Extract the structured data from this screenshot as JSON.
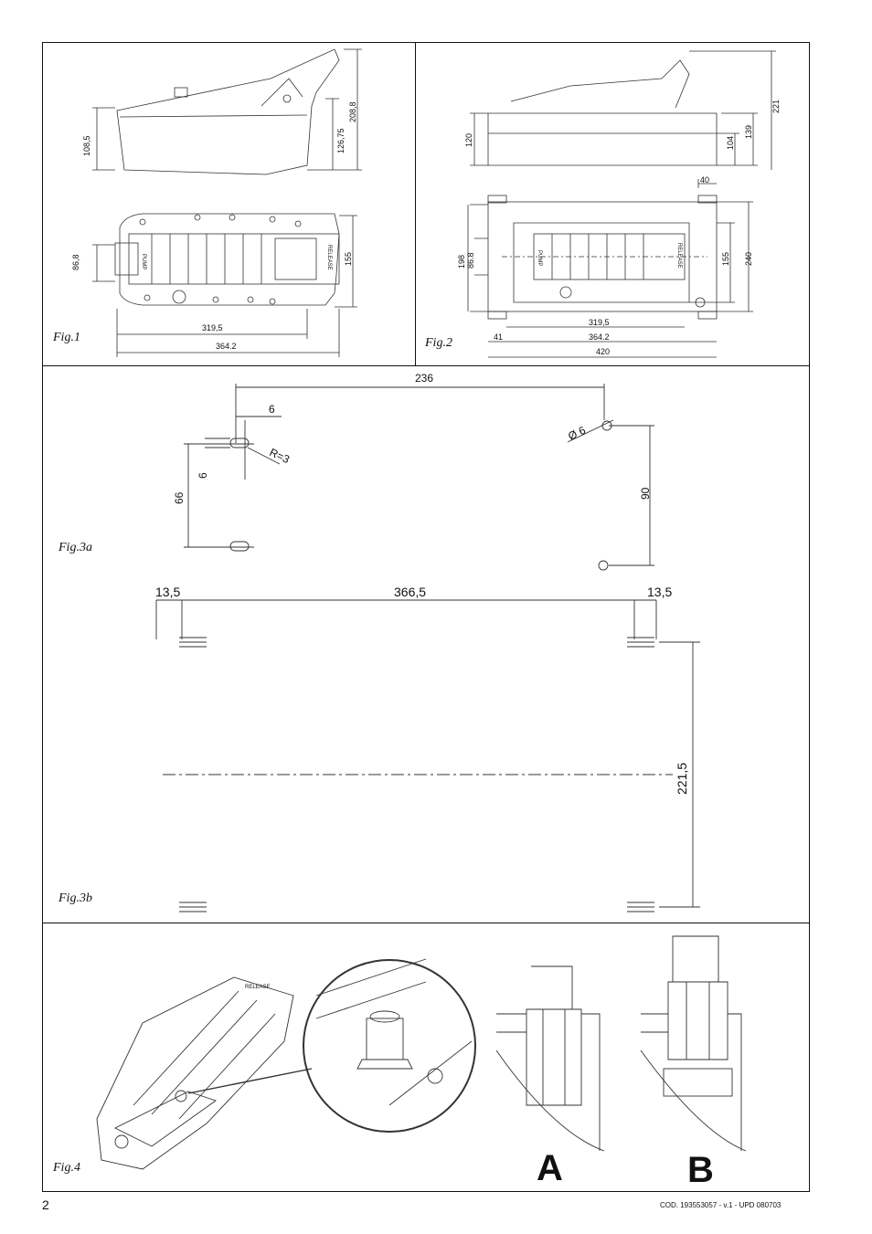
{
  "figures": {
    "fig1": {
      "caption": "Fig.1",
      "dims": {
        "h_side": "108,5",
        "h_total": "208,8",
        "h_body": "126,75",
        "width_top": "86,8",
        "depth": "155",
        "len_inner": "319,5",
        "len_outer": "364.2"
      },
      "labels": {
        "pump": "PUMP",
        "release": "RELEASE"
      }
    },
    "fig2": {
      "caption": "Fig.2",
      "dims": {
        "h_a": "120",
        "h_b": "104",
        "h_c": "139",
        "h_d": "221",
        "offset": "40",
        "w_a": "198",
        "w_b": "86.8",
        "w_c": "155",
        "w_d": "240",
        "len_a": "319,5",
        "len_b": "364.2",
        "len_c": "420",
        "left": "41"
      },
      "labels": {
        "pump": "PUMP",
        "release": "RELEASE"
      }
    },
    "fig3a": {
      "caption": "Fig.3a",
      "dims": {
        "span": "236",
        "slot_w": "6",
        "radius": "R=3",
        "hole": "Ø 6",
        "slot_h": "6",
        "vert_left": "66",
        "vert_right": "90"
      }
    },
    "fig3b": {
      "caption": "Fig.3b",
      "dims": {
        "edge_left": "13,5",
        "span": "366,5",
        "edge_right": "13,5",
        "vert": "221,5"
      }
    },
    "fig4": {
      "caption": "Fig.4",
      "labels": {
        "a": "A",
        "b": "B",
        "release": "RELEASE"
      }
    }
  },
  "footer": {
    "page_number": "2",
    "code": "COD. 193553057 - v.1 - UPD 080703"
  }
}
